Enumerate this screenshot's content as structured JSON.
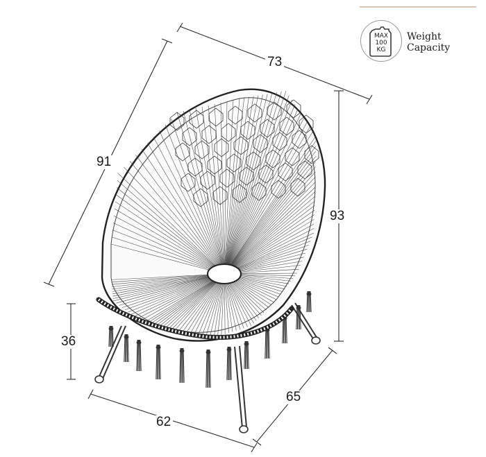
{
  "top_rule_color": "#dcc3b2",
  "weight": {
    "icon": "weight-bag-icon",
    "max_label": "MAX",
    "amount": "100",
    "unit": "KG",
    "caption": "Weight Capacity"
  },
  "dimensions": {
    "width": "73",
    "depth_side": "91",
    "height": "93",
    "seat_height": "36",
    "front_width": "62",
    "base_depth": "65"
  },
  "product": {
    "icon": "macrame-egg-chair-icon"
  }
}
